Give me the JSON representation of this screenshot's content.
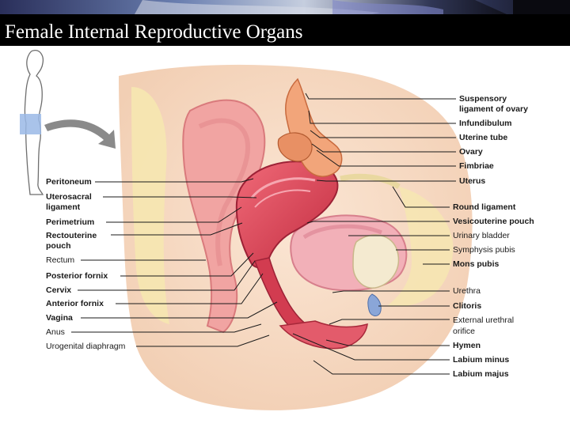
{
  "title": "Female Internal Reproductive Organs",
  "colors": {
    "banner": "#000000",
    "title_text": "#ffffff",
    "skin": "#f7dcc4",
    "tissue": "#f3b59a",
    "muscle": "#e0485a",
    "muscle_dark": "#b82a3c",
    "fat": "#f6e7b0",
    "bladder": "#f2b0b8",
    "bone": "#f4ead0",
    "leader_line": "#1a1a1a",
    "arrow": "#8a8a8a",
    "locator_highlight": "#9ab8e6"
  },
  "left_labels": [
    "Peritoneum",
    "Uterosacral",
    "ligament",
    "Perimetrium",
    "Rectouterine",
    "pouch",
    "Rectum",
    "Posterior fornix",
    "Cervix",
    "Anterior fornix",
    "Vagina",
    "Anus",
    "Urogenital diaphragm"
  ],
  "right_labels": [
    "Suspensory",
    "ligament of ovary",
    "Infundibulum",
    "Uterine tube",
    "Ovary",
    "Fimbriae",
    "Uterus",
    "Round ligament",
    "Vesicouterine pouch",
    "Urinary bladder",
    "Symphysis pubis",
    "Mons pubis",
    "Urethra",
    "Clitoris",
    "External urethral",
    "orifice",
    "Hymen",
    "Labium minus",
    "Labium majus"
  ]
}
